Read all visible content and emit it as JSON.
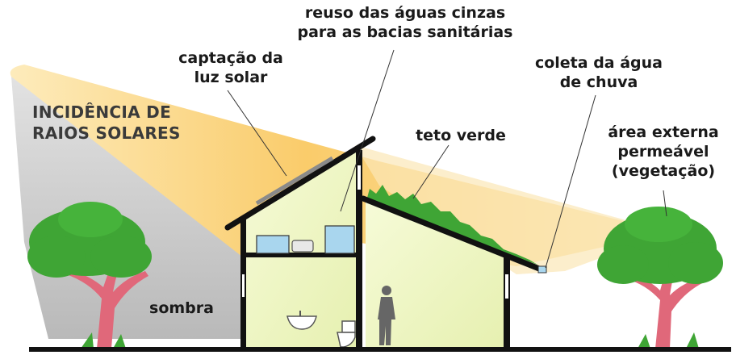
{
  "labels": {
    "reuse": {
      "line1": "reuso das águas cinzas",
      "line2": "para as bacias sanitárias"
    },
    "solar_capture": {
      "line1": "captação da",
      "line2": "luz solar"
    },
    "incidence": {
      "line1": "INCIDÊNCIA DE",
      "line2": "RAIOS SOLARES"
    },
    "rain": {
      "line1": "coleta da água",
      "line2": "de chuva"
    },
    "green_roof": "teto verde",
    "permeable": {
      "line1": "área externa",
      "line2": "permeável",
      "line3": "(vegetação)"
    },
    "shade": "sombra"
  },
  "colors": {
    "sun_rays": "#f9c65a",
    "shade": "#c9c9c9",
    "wall_fill": "#f3f8c9",
    "outline": "#111111",
    "foliage": "#3fa535",
    "trunk": "#e0687a",
    "water_tank": "#a9d6ee"
  }
}
